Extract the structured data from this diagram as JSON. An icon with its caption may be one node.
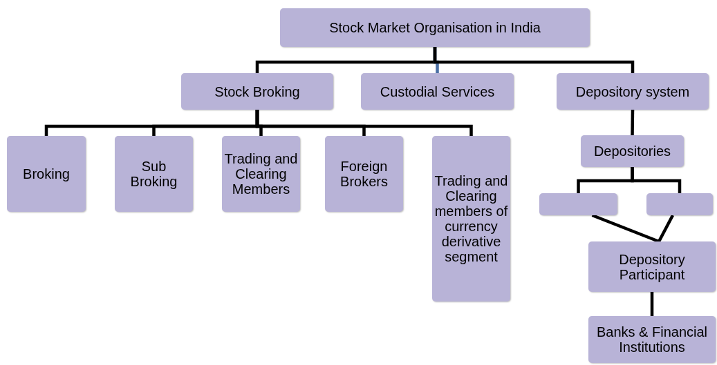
{
  "diagram": {
    "nodes": [
      {
        "text": [
          "Stock Market Organisation in India"
        ]
      },
      {
        "text": [
          "Stock Broking"
        ]
      },
      {
        "text": [
          "Custodial Services"
        ]
      },
      {
        "text": [
          "Depository system"
        ]
      },
      {
        "text": [
          "Broking"
        ]
      },
      {
        "text": [
          "Sub Broking"
        ]
      },
      {
        "text": [
          "Trading and Clearing Members"
        ]
      },
      {
        "text": [
          "Foreign Brokers"
        ]
      },
      {
        "text": [
          "Trading and Clearing members of currency derivative segment"
        ]
      },
      {
        "text": [
          "Depositories"
        ]
      },
      {
        "text": [],
        "shape": "box"
      },
      {
        "text": [],
        "shape": "box"
      },
      {
        "text": [
          "Depository Participant"
        ]
      },
      {
        "text": [
          "Banks & Financial Institutions"
        ]
      }
    ],
    "edges": [
      {
        "from": 0,
        "to": 1,
        "arrow": "none"
      },
      {
        "from": 0,
        "to": 2,
        "arrow": "none",
        "color": "#4a6fa5"
      },
      {
        "from": 0,
        "to": 3,
        "arrow": "none"
      },
      {
        "from": 1,
        "to": 4,
        "arrow": "none"
      },
      {
        "from": 1,
        "to": 5,
        "arrow": "none"
      },
      {
        "from": 1,
        "to": 6,
        "arrow": "none"
      },
      {
        "from": 1,
        "to": 7,
        "arrow": "none"
      },
      {
        "from": 1,
        "to": 8,
        "arrow": "none"
      },
      {
        "from": 3,
        "to": 9,
        "arrow": "none"
      },
      {
        "from": 9,
        "to": 10,
        "arrow": "none"
      },
      {
        "from": 9,
        "to": 11,
        "arrow": "none"
      },
      {
        "from": 10,
        "to": 12,
        "arrow": "none"
      },
      {
        "from": 11,
        "to": 12,
        "arrow": "none"
      },
      {
        "from": 12,
        "to": 13,
        "arrow": "none"
      }
    ]
  }
}
